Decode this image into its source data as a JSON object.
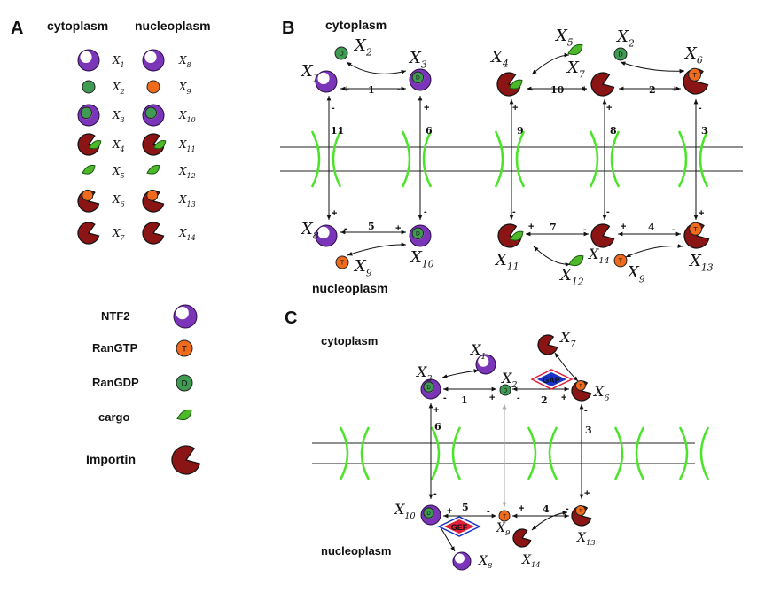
{
  "panels": {
    "a": "A",
    "b": "B",
    "c": "C"
  },
  "compartments": {
    "cytoplasm": "cytoplasm",
    "nucleoplasm": "nucleoplasm"
  },
  "colors": {
    "ntf2": "#7a35b8",
    "rangtp": "#ee6a1c",
    "rangdp": "#3f9a52",
    "cargo": "#4cb82a",
    "importin": "#8b1414",
    "membrane": "#4ce42a",
    "gap": "#1a33c8",
    "gef": "#e0203a"
  },
  "panel_a": {
    "rows": [
      {
        "left": "X",
        "left_sub": "1",
        "right": "X",
        "right_sub": "8",
        "shape": "ntf2-icon"
      },
      {
        "left": "X",
        "left_sub": "2",
        "right": "X",
        "right_sub": "9",
        "shape": "ran-icon"
      },
      {
        "left": "X",
        "left_sub": "3",
        "right": "X",
        "right_sub": "10",
        "shape": "ntf2-ran-complex-icon"
      },
      {
        "left": "X",
        "left_sub": "4",
        "right": "X",
        "right_sub": "11",
        "shape": "importin-cargo-icon"
      },
      {
        "left": "X",
        "left_sub": "5",
        "right": "X",
        "right_sub": "12",
        "shape": "cargo-icon"
      },
      {
        "left": "X",
        "left_sub": "6",
        "right": "X",
        "right_sub": "13",
        "shape": "importin-ran-complex-icon"
      },
      {
        "left": "X",
        "left_sub": "7",
        "right": "X",
        "right_sub": "14",
        "shape": "importin-icon"
      }
    ],
    "ran_letters": {
      "gdp": "D",
      "gtp": "T"
    }
  },
  "legend": [
    {
      "label": "NTF2",
      "icon": "ntf2-icon"
    },
    {
      "label": "RanGTP",
      "icon": "rangtp-icon",
      "letter": "T"
    },
    {
      "label": "RanGDP",
      "icon": "rangdp-icon",
      "letter": "D"
    },
    {
      "label": "cargo",
      "icon": "cargo-icon"
    },
    {
      "label": "Importin",
      "icon": "importin-icon"
    }
  ],
  "panel_b": {
    "species": {
      "x1": {
        "t": "X",
        "s": "1"
      },
      "x2a": {
        "t": "X",
        "s": "2"
      },
      "x3": {
        "t": "X",
        "s": "3"
      },
      "x4": {
        "t": "X",
        "s": "4"
      },
      "x5": {
        "t": "X",
        "s": "5"
      },
      "x2b": {
        "t": "X",
        "s": "2"
      },
      "x7": {
        "t": "X",
        "s": "7"
      },
      "x6": {
        "t": "X",
        "s": "6"
      },
      "x8": {
        "t": "X",
        "s": "8"
      },
      "x9a": {
        "t": "X",
        "s": "9"
      },
      "x10": {
        "t": "X",
        "s": "10"
      },
      "x11": {
        "t": "X",
        "s": "11"
      },
      "x14": {
        "t": "X",
        "s": "14"
      },
      "x12": {
        "t": "X",
        "s": "12"
      },
      "x9b": {
        "t": "X",
        "s": "9"
      },
      "x13": {
        "t": "X",
        "s": "13"
      }
    },
    "reactions": [
      "1",
      "2",
      "3",
      "4",
      "5",
      "6",
      "7",
      "8",
      "9",
      "10",
      "11"
    ],
    "signs": {
      "plus": "+",
      "minus": "-"
    }
  },
  "panel_c": {
    "species": {
      "x3": {
        "t": "X",
        "s": "3"
      },
      "x1": {
        "t": "X",
        "s": "1"
      },
      "x2": {
        "t": "X",
        "s": "2"
      },
      "x7": {
        "t": "X",
        "s": "7"
      },
      "x6": {
        "t": "X",
        "s": "6"
      },
      "x10": {
        "t": "X",
        "s": "10"
      },
      "x9": {
        "t": "X",
        "s": "9"
      },
      "x13": {
        "t": "X",
        "s": "13"
      },
      "x8": {
        "t": "X",
        "s": "8"
      },
      "x14": {
        "t": "X",
        "s": "14"
      }
    },
    "enzymes": {
      "gap": "GAP",
      "gef": "GEF"
    },
    "reactions": [
      "1",
      "2",
      "3",
      "4",
      "5",
      "6"
    ]
  }
}
